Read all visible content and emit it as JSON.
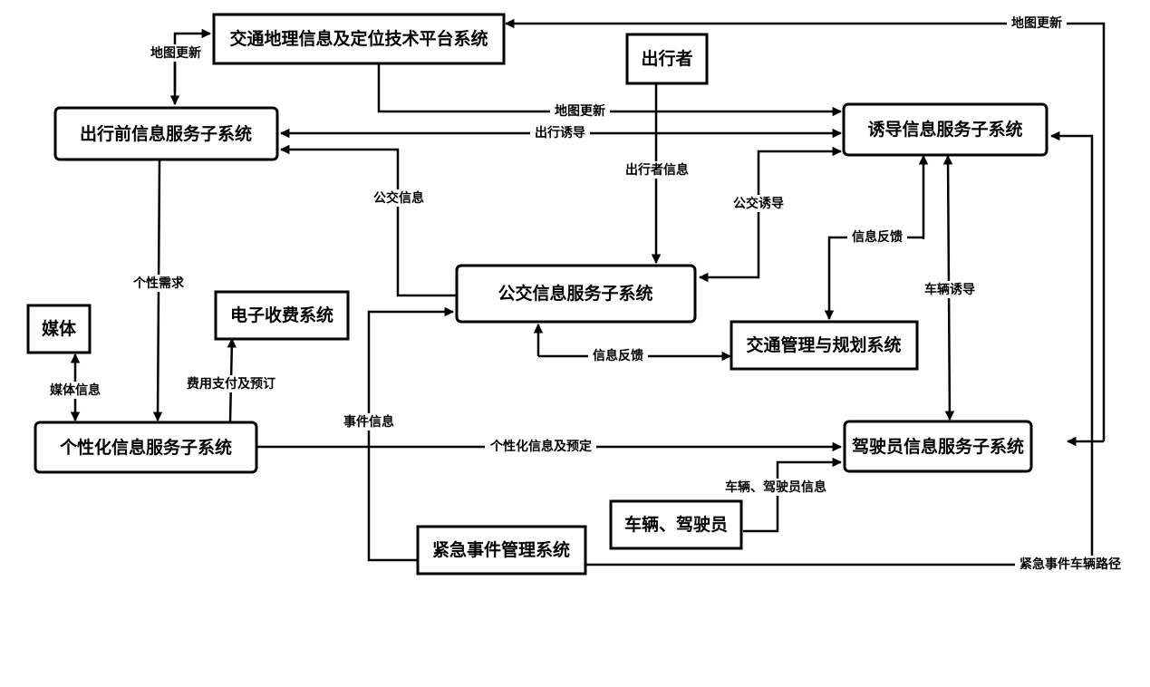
{
  "diagram": {
    "nodes": {
      "gis_platform": "交通地理信息及定位技术平台系统",
      "traveler": "出行者",
      "pretrip": "出行前信息服务子系统",
      "guidance": "诱导信息服务子系统",
      "transit": "公交信息服务子系统",
      "etc": "电子收费系统",
      "media": "媒体",
      "traffic_mgmt": "交通管理与规划系统",
      "personalized": "个性化信息服务子系统",
      "driver": "驾驶员信息服务子系统",
      "vehicle_driver": "车辆、驾驶员",
      "emergency": "紧急事件管理系统"
    },
    "edges": {
      "map_update_gis_to_pretrip": "地图更新",
      "map_update_gis_to_guidance": "地图更新",
      "map_update_top_right": "地图更新",
      "trip_guidance": "出行诱导",
      "traveler_info": "出行者信息",
      "transit_info": "公交信息",
      "transit_guidance": "公交诱导",
      "feedback_guidance_mgmt": "信息反馈",
      "vehicle_guidance": "车辆诱导",
      "personal_demand": "个性需求",
      "media_info": "媒体信息",
      "payment_booking": "费用支付及预订",
      "feedback_transit_mgmt": "信息反馈",
      "event_info": "事件信息",
      "personalized_booking": "个性化信息及预定",
      "vehicle_driver_info": "车辆、驾驶员信息",
      "emergency_route": "紧急事件车辆路径"
    }
  }
}
